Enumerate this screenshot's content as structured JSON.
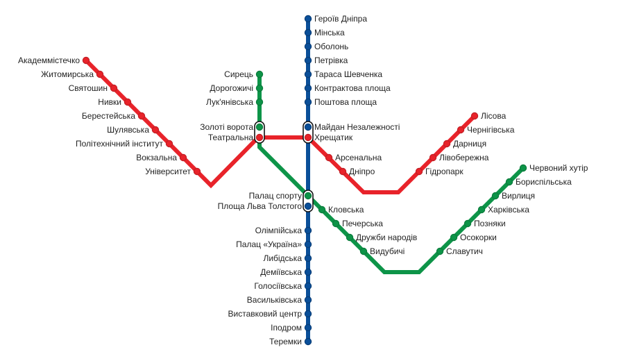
{
  "colors": {
    "red": "#e8232a",
    "green": "#0d9448",
    "blue": "#0a4f99",
    "dark_red": "#bf1d23",
    "dark_green": "#0b7a3b",
    "dark_blue": "#083d77"
  },
  "lines": {
    "red": {
      "color_key": "red",
      "stations": [
        {
          "name": "Академмістечко"
        },
        {
          "name": "Житомирська"
        },
        {
          "name": "Святошин"
        },
        {
          "name": "Нивки"
        },
        {
          "name": "Берестейська"
        },
        {
          "name": "Шулявська"
        },
        {
          "name": "Політехнічний інститут"
        },
        {
          "name": "Вокзальна"
        },
        {
          "name": "Університет"
        },
        {
          "name": "Театральна"
        },
        {
          "name": "Хрещатик"
        },
        {
          "name": "Арсенальна"
        },
        {
          "name": "Дніпро"
        },
        {
          "name": "Гідропарк"
        },
        {
          "name": "Лівобережна"
        },
        {
          "name": "Дарниця"
        },
        {
          "name": "Чернігівська"
        },
        {
          "name": "Лісова"
        }
      ]
    },
    "blue": {
      "color_key": "blue",
      "stations": [
        {
          "name": "Героїв Дніпра"
        },
        {
          "name": "Мінська"
        },
        {
          "name": "Оболонь"
        },
        {
          "name": "Петрівка"
        },
        {
          "name": "Тараса Шевченка"
        },
        {
          "name": "Контрактова площа"
        },
        {
          "name": "Поштова площа"
        },
        {
          "name": "Майдан Незалежності"
        },
        {
          "name": "Площа Льва Толстого"
        },
        {
          "name": "Олімпійська"
        },
        {
          "name": "Палац «Україна»"
        },
        {
          "name": "Либідська"
        },
        {
          "name": "Деміївська"
        },
        {
          "name": "Голосіївська"
        },
        {
          "name": "Васильківська"
        },
        {
          "name": "Виставковий центр"
        },
        {
          "name": "Іподром"
        },
        {
          "name": "Теремки"
        }
      ]
    },
    "green": {
      "color_key": "green",
      "stations": [
        {
          "name": "Сирець"
        },
        {
          "name": "Дорогожичі"
        },
        {
          "name": "Лук'янівська"
        },
        {
          "name": "Золоті ворота"
        },
        {
          "name": "Палац спорту"
        },
        {
          "name": "Кловська"
        },
        {
          "name": "Печерська"
        },
        {
          "name": "Дружби народів"
        },
        {
          "name": "Видубичі"
        },
        {
          "name": "Славутич"
        },
        {
          "name": "Осокорки"
        },
        {
          "name": "Позняки"
        },
        {
          "name": "Харківська"
        },
        {
          "name": "Вирлиця"
        },
        {
          "name": "Бориспільська"
        },
        {
          "name": "Червоний хутір"
        }
      ]
    }
  },
  "transfers": [
    {
      "stations": [
        "Золоті ворота",
        "Театральна"
      ]
    },
    {
      "stations": [
        "Майдан Незалежності",
        "Хрещатик"
      ]
    },
    {
      "stations": [
        "Палац спорту",
        "Площа Льва Толстого"
      ]
    }
  ]
}
